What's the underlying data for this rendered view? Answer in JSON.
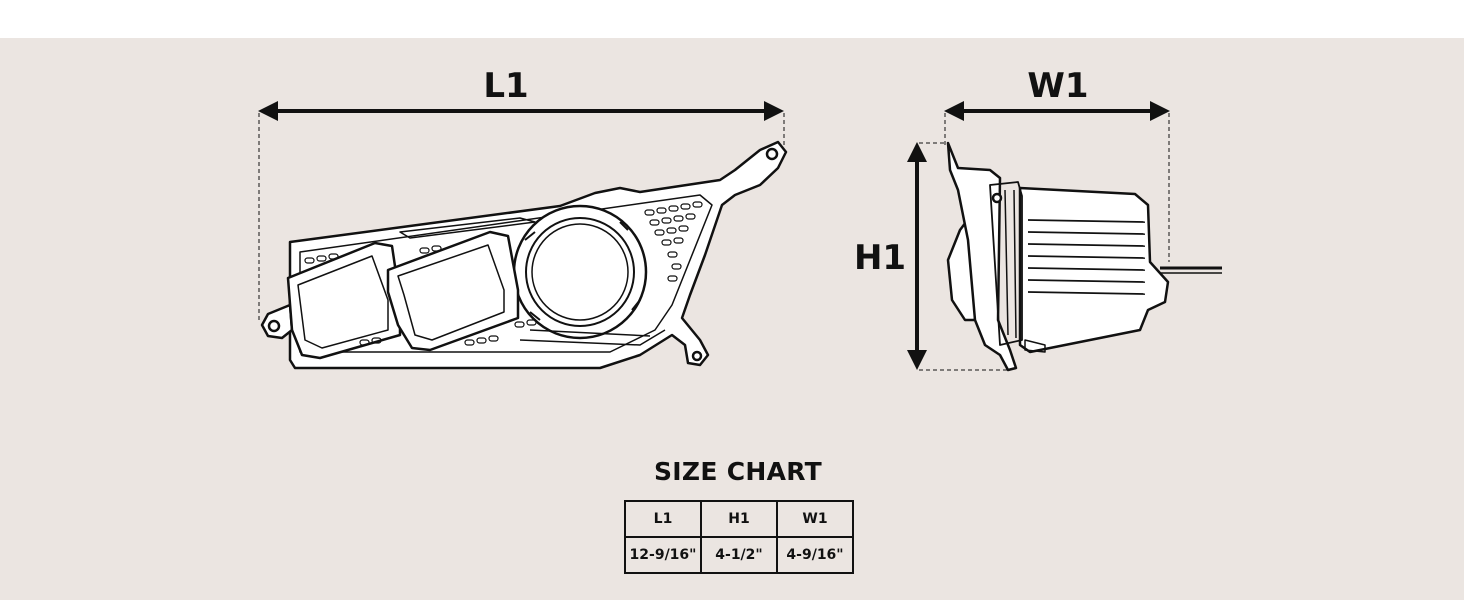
{
  "dimensions": {
    "length_label": "L1",
    "height_label": "H1",
    "width_label": "W1"
  },
  "size_chart": {
    "title": "SIZE CHART",
    "headers": [
      "L1",
      "H1",
      "W1"
    ],
    "values": [
      "12-9/16\"",
      "4-1/2\"",
      "4-9/16\""
    ]
  }
}
